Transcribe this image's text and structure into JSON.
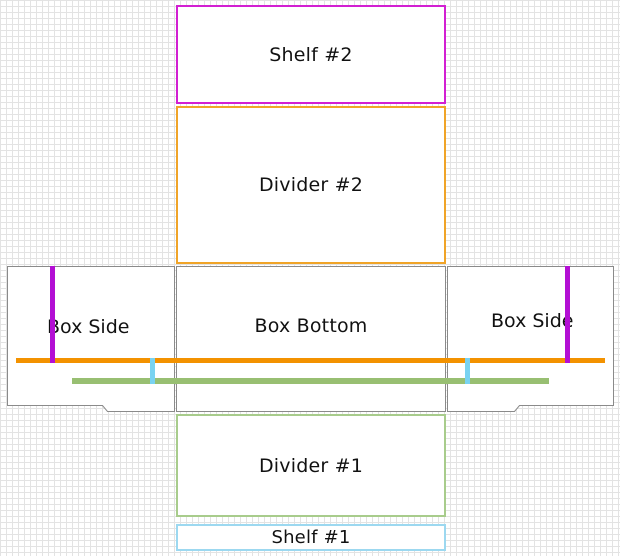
{
  "diagram": {
    "panels": {
      "shelf_2": "Shelf #2",
      "divider_2": "Divider #2",
      "box_bottom": "Box Bottom",
      "divider_1": "Divider #1",
      "shelf_1": "Shelf #1",
      "box_side_left": "Box Side",
      "box_side_right": "Box Side"
    },
    "colors": {
      "shelf_2_outline": "#d21fd2",
      "divider_2_outline": "#f0a428",
      "box_outline": "#8a8a8a",
      "divider_1_outline": "#a8cc8c",
      "shelf_1_outline": "#9cd8f0",
      "orange_line": "#f39200",
      "green_line": "#98bf72",
      "purple_line": "#b30fd4",
      "cyan_line": "#79d3f1",
      "grid": "#e3e3e3"
    }
  }
}
